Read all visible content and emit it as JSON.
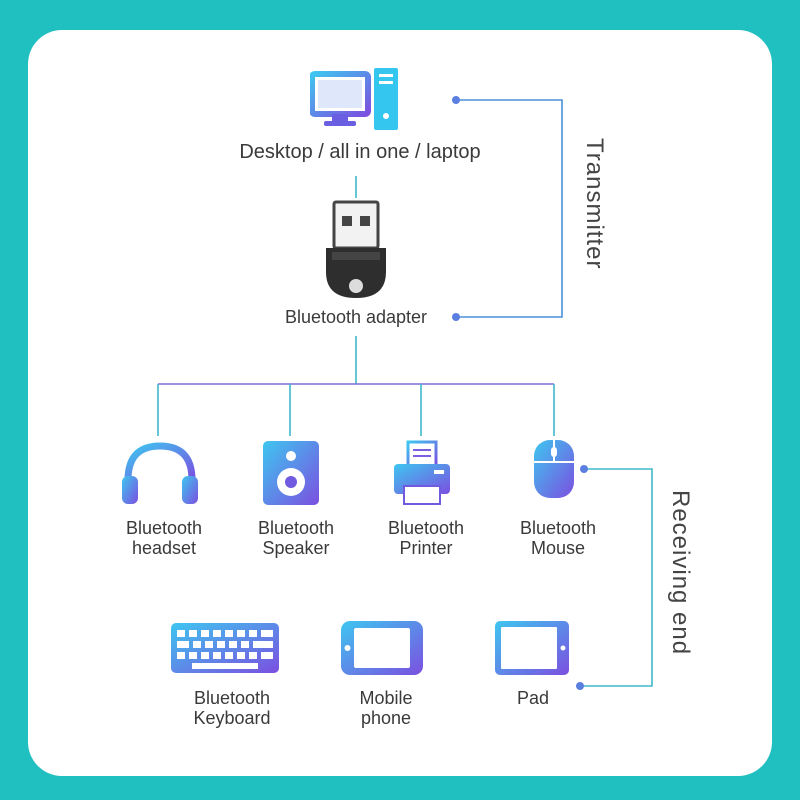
{
  "brackets": {
    "transmitter": "Transmitter",
    "receiving": "Receiving end"
  },
  "nodes": {
    "desktop": "Desktop / all in one / laptop",
    "adapter": "Bluetooth adapter",
    "headset": [
      "Bluetooth",
      "headset"
    ],
    "speaker": [
      "Bluetooth",
      "Speaker"
    ],
    "printer": [
      "Bluetooth",
      "Printer"
    ],
    "mouse": [
      "Bluetooth",
      "Mouse"
    ],
    "keyboard": [
      "Bluetooth",
      "Keyboard"
    ],
    "phone": [
      "Mobile",
      "phone"
    ],
    "pad": "Pad"
  },
  "colors": {
    "background": "#20bfc0",
    "line_cyan": "#3fb9c9",
    "line_purple": "#7b6fd8",
    "gradient_start": "#3ec6f0",
    "gradient_end": "#7b4fe0"
  }
}
